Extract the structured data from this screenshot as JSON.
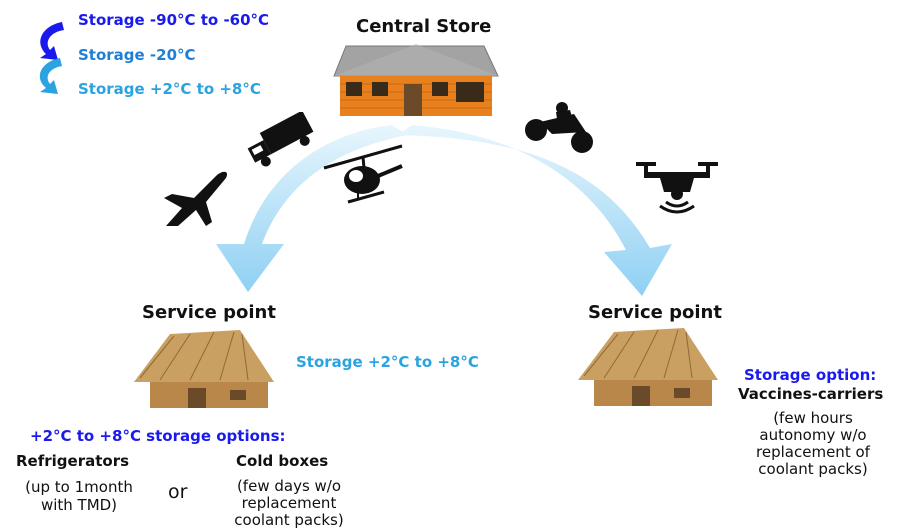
{
  "legend": {
    "items": [
      {
        "label": "Storage  -90°C to -60°C",
        "color": "#1a1aee"
      },
      {
        "label": "Storage -20°C",
        "color": "#1f7fd6"
      },
      {
        "label": "Storage +2°C to +8°C",
        "color": "#2ba3e0"
      }
    ]
  },
  "central": {
    "title": "Central Store"
  },
  "left": {
    "title": "Service point",
    "storage_label": "Storage +2°C to +8°C",
    "options_heading": "+2°C to +8°C storage options:",
    "option_a_title": "Refrigerators",
    "option_a_line1": "(up to 1month",
    "option_a_line2": "with TMD)",
    "or_label": "or",
    "option_b_title": "Cold boxes",
    "option_b_line1": "(few days w/o",
    "option_b_line2": "replacement",
    "option_b_line3": "coolant packs)"
  },
  "right": {
    "title": "Service point",
    "storage_heading": "Storage option:",
    "carrier_title": "Vaccines-carriers",
    "carrier_line1": "(few hours",
    "carrier_line2": "autonomy w/o",
    "carrier_line3": "replacement of",
    "carrier_line4": "coolant packs)"
  },
  "colors": {
    "heading_blue": "#1a1aee",
    "storage_light_blue": "#2ba3e0",
    "arrow_blue": "#9fd7f5",
    "house_roof": "#9c9c9c",
    "house_wall": "#e8801e",
    "hut_roof": "#c49a5a"
  },
  "icons": [
    "airplane-icon",
    "truck-icon",
    "helicopter-icon",
    "motorcycle-icon",
    "drone-icon",
    "house-icon",
    "hut-icon"
  ]
}
